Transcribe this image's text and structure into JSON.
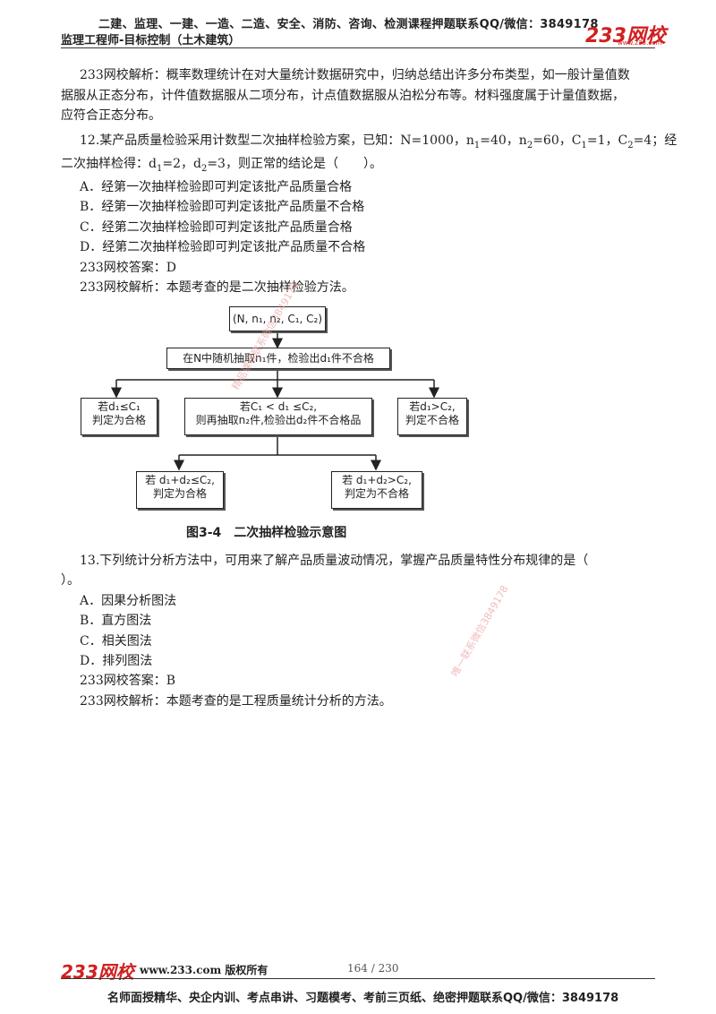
{
  "header": {
    "top_line": "二建、监理、一建、一造、二造、安全、消防、咨询、检测课程押题联系QQ/微信：3849178",
    "subtitle": "监理工程师-目标控制（土木建筑）",
    "logo": "233网校",
    "logo_sub": "www.233.com"
  },
  "content": {
    "p1_line1": "233网校解析：概率数理统计在对大量统计数据研究中，归纳总结出许多分布类型，如一般计量值数",
    "p1_line2": "据服从正态分布，计件值数据服从二项分布，计点值数据服从泊松分布等。材料强度属于计量值数据，",
    "p1_line3": "应符合正态分布。",
    "q12_a": "12.某产品质量检验采用计数型二次抽样检验方案，已知：N=1000，n",
    "q12_n1": "1",
    "q12_b": "=40，n",
    "q12_n2": "2",
    "q12_c": "=60，C",
    "q12_c1": "1",
    "q12_d": "=1，C",
    "q12_c2": "2",
    "q12_e": "=4；经",
    "q12_f": "二次抽样检得：d",
    "q12_d1": "1",
    "q12_g": "=2，d",
    "q12_d2": "2",
    "q12_h": "=3，则正常的结论是（　　）。",
    "q12_opt_a": "A．经第一次抽样检验即可判定该批产品质量合格",
    "q12_opt_b": "B．经第一次抽样检验即可判定该批产品质量不合格",
    "q12_opt_c": "C．经第二次抽样检验即可判定该批产品质量合格",
    "q12_opt_d": "D．经第二次抽样检验即可判定该批产品质量不合格",
    "q12_answer": "233网校答案：D",
    "q12_analysis": "233网校解析：本题考查的是二次抽样检验方法。",
    "q13_line1": "13.下列统计分析方法中，可用来了解产品质量波动情况，掌握产品质量特性分布规律的是（",
    "q13_line2": "）。",
    "q13_opt_a": "A．因果分析图法",
    "q13_opt_b": "B．直方图法",
    "q13_opt_c": "C．相关图法",
    "q13_opt_d": "D．排列图法",
    "q13_answer": "233网校答案：B",
    "q13_analysis": "233网校解析：本题考查的是工程质量统计分析的方法。"
  },
  "flowchart": {
    "top": "(N, n₁, n₂, C₁, C₂)",
    "step1": "在N中随机抽取n₁件，检验出d₁件不合格",
    "left_1": "若d₁≤C₁",
    "left_2": "判定为合格",
    "mid_1": "若C₁ < d₁ ≤C₂,",
    "mid_2": "则再抽取n₂件,检验出d₂件不合格品",
    "right_1": "若d₁>C₂,",
    "right_2": "判定不合格",
    "bl_1": "若 d₁+d₂≤C₂,",
    "bl_2": "判定为合格",
    "br_1": "若 d₁+d₂>C₂,",
    "br_2": "判定为不合格",
    "caption": "图3-4　二次抽样检验示意图"
  },
  "watermarks": {
    "wm1": "精品课程联系微信3849178",
    "wm2": "唯一联系微信3849178"
  },
  "footer": {
    "logo": "233网校",
    "site": "www.233.com 版权所有",
    "page": "164 / 230",
    "bottom_line": "名师面授精华、央企内训、考点串讲、习题模考、考前三页纸、绝密押题联系QQ/微信：3849178"
  }
}
